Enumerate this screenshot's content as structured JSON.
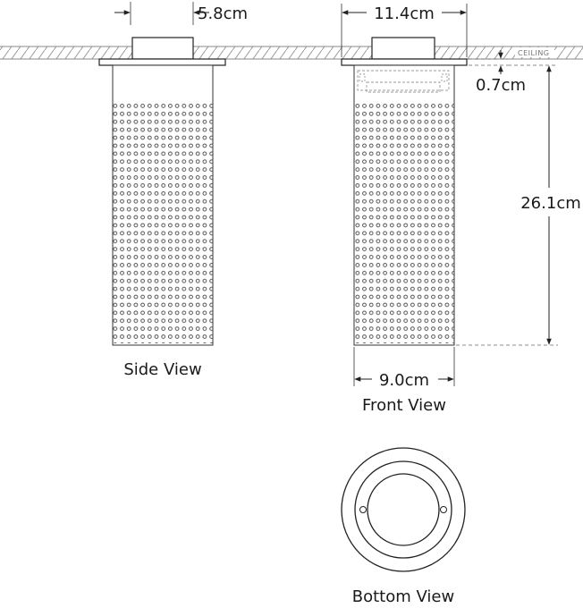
{
  "dimensions": {
    "stem_width": "5.8cm",
    "canopy_width": "11.4cm",
    "canopy_gap": "0.7cm",
    "body_height": "26.1cm",
    "body_width": "9.0cm"
  },
  "labels": {
    "ceiling": "CEILING",
    "side_view": "Side View",
    "front_view": "Front View",
    "bottom_view": "Bottom View"
  }
}
